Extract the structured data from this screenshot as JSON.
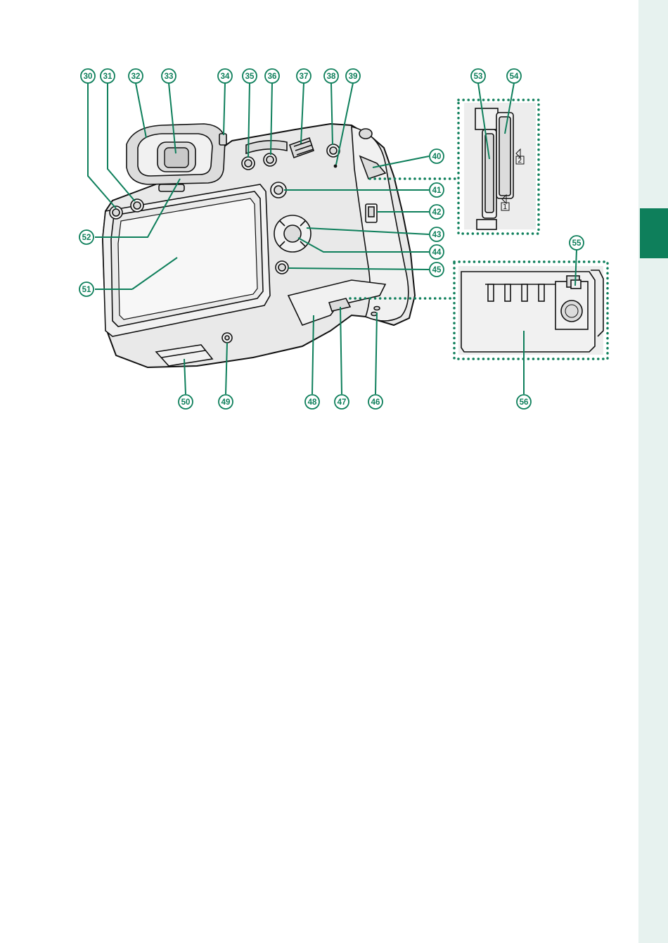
{
  "callouts": {
    "c30": "30",
    "c31": "31",
    "c32": "32",
    "c33": "33",
    "c34": "34",
    "c35": "35",
    "c36": "36",
    "c37": "37",
    "c38": "38",
    "c39": "39",
    "c40": "40",
    "c41": "41",
    "c42": "42",
    "c43": "43",
    "c44": "44",
    "c45": "45",
    "c46": "46",
    "c47": "47",
    "c48": "48",
    "c49": "49",
    "c50": "50",
    "c51": "51",
    "c52": "52",
    "c53": "53",
    "c54": "54",
    "c55": "55",
    "c56": "56"
  },
  "card_slots": {
    "slot1": "1",
    "slot2": "2"
  },
  "colors": {
    "accent": "#0e7f5b",
    "side_strip": "#e7f2ef",
    "body": "#e9e9e9"
  }
}
